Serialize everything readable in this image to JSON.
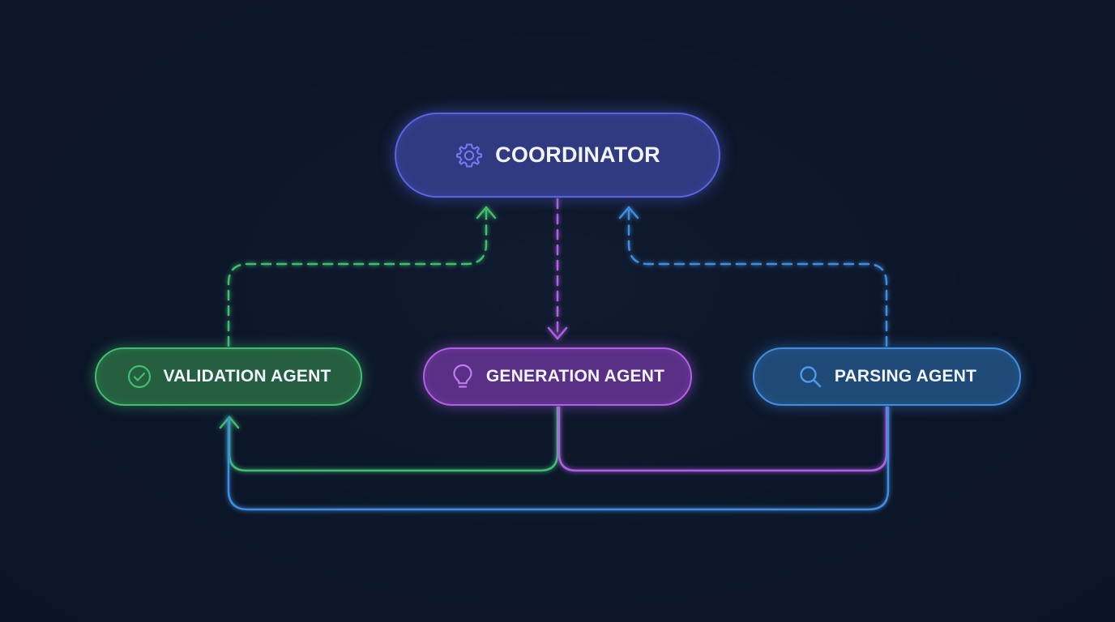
{
  "diagram": {
    "colors": {
      "background": "#0c1629",
      "coordinator": "#5b63e3",
      "validation": "#3fbe6e",
      "generation": "#b25fe8",
      "parsing": "#3f8ee0"
    },
    "nodes": {
      "coordinator": {
        "label": "COORDINATOR",
        "icon": "gear-icon"
      },
      "validation": {
        "label": "VALIDATION AGENT",
        "icon": "check-circle-icon"
      },
      "generation": {
        "label": "GENERATION AGENT",
        "icon": "lightbulb-icon"
      },
      "parsing": {
        "label": "PARSING AGENT",
        "icon": "search-icon"
      }
    },
    "connections": [
      {
        "from": "coordinator",
        "to": "generation",
        "style": "dashed",
        "color": "#b25fe8"
      },
      {
        "from": "validation",
        "to": "coordinator",
        "style": "dashed",
        "color": "#3fbe6e"
      },
      {
        "from": "parsing",
        "to": "coordinator",
        "style": "dashed",
        "color": "#3f8ee0"
      },
      {
        "from": "generation",
        "to": "validation",
        "style": "solid",
        "color": "#3fbe6e"
      },
      {
        "from": "generation",
        "to": "parsing",
        "style": "solid",
        "color": "#b25fe8"
      },
      {
        "from": "parsing",
        "to": "validation",
        "style": "solid",
        "color": "#3f8ee0"
      }
    ]
  }
}
